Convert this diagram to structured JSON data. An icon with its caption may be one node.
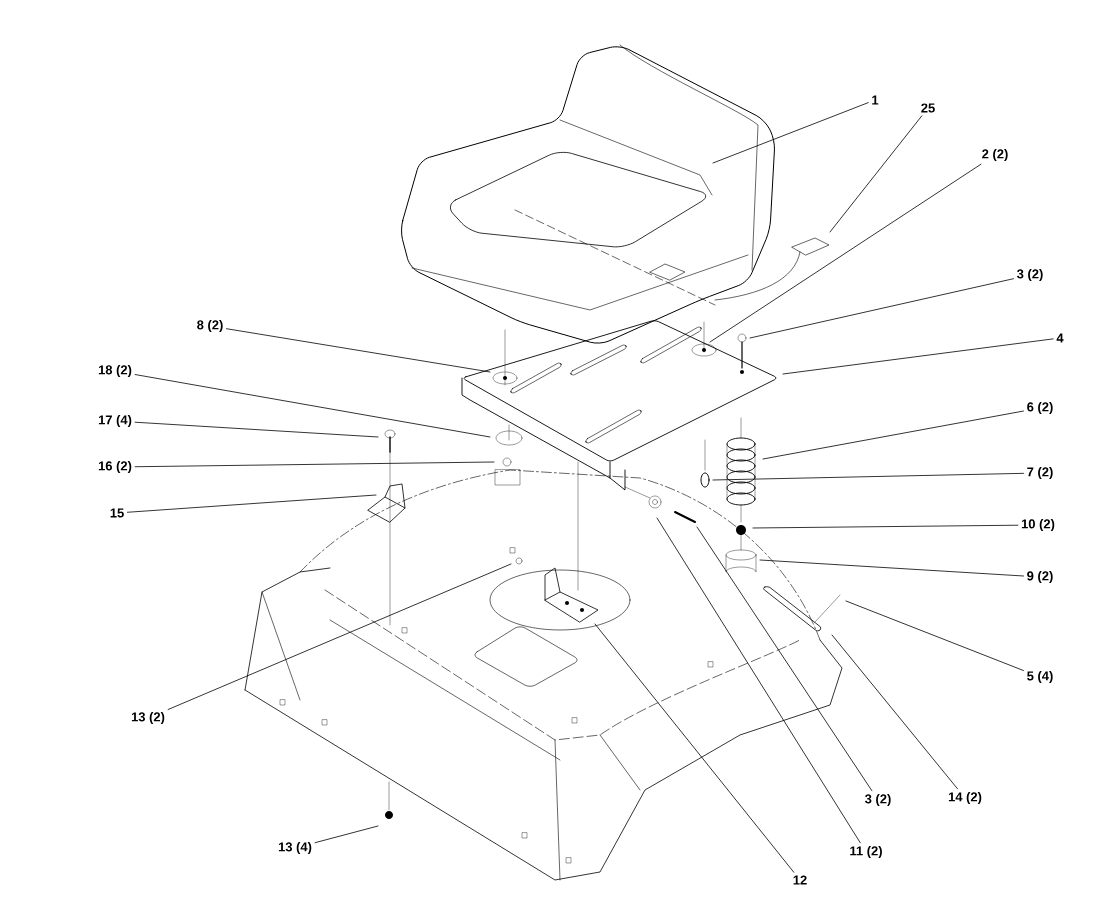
{
  "diagram": {
    "nodes": [
      {
        "text": [
          "1"
        ]
      },
      {
        "text": [
          "25"
        ]
      },
      {
        "text": [
          "2 (2)"
        ]
      },
      {
        "text": [
          "3 (2)"
        ]
      },
      {
        "text": [
          "4"
        ]
      },
      {
        "text": [
          "6 (2)"
        ]
      },
      {
        "text": [
          "7 (2)"
        ]
      },
      {
        "text": [
          "10 (2)"
        ]
      },
      {
        "text": [
          "9 (2)"
        ]
      },
      {
        "text": [
          "5 (4)"
        ]
      },
      {
        "text": [
          "14 (2)"
        ]
      },
      {
        "text": [
          "3 (2)"
        ]
      },
      {
        "text": [
          "11 (2)"
        ]
      },
      {
        "text": [
          "12"
        ]
      },
      {
        "text": [
          "13 (4)"
        ]
      },
      {
        "text": [
          "13 (2)"
        ]
      },
      {
        "text": [
          "15"
        ]
      },
      {
        "text": [
          "16 (2)"
        ]
      },
      {
        "text": [
          "17 (4)"
        ]
      },
      {
        "text": [
          "18 (2)"
        ]
      },
      {
        "text": [
          "8 (2)"
        ]
      }
    ],
    "edges": [
      {
        "from": 0,
        "to": null,
        "arrow": "none"
      },
      {
        "from": 1,
        "to": null,
        "arrow": "none"
      },
      {
        "from": 2,
        "to": null,
        "arrow": "none"
      },
      {
        "from": 3,
        "to": null,
        "arrow": "none"
      },
      {
        "from": 4,
        "to": null,
        "arrow": "none"
      },
      {
        "from": 5,
        "to": null,
        "arrow": "none"
      },
      {
        "from": 6,
        "to": null,
        "arrow": "none"
      },
      {
        "from": 7,
        "to": null,
        "arrow": "none"
      },
      {
        "from": 8,
        "to": null,
        "arrow": "none"
      },
      {
        "from": 9,
        "to": null,
        "arrow": "none"
      },
      {
        "from": 10,
        "to": null,
        "arrow": "none"
      },
      {
        "from": 11,
        "to": null,
        "arrow": "none"
      },
      {
        "from": 12,
        "to": null,
        "arrow": "none"
      },
      {
        "from": 13,
        "to": null,
        "arrow": "none"
      },
      {
        "from": 14,
        "to": null,
        "arrow": "none"
      },
      {
        "from": 15,
        "to": null,
        "arrow": "none"
      },
      {
        "from": 16,
        "to": null,
        "arrow": "none"
      },
      {
        "from": 17,
        "to": null,
        "arrow": "none"
      },
      {
        "from": 18,
        "to": null,
        "arrow": "none"
      },
      {
        "from": 19,
        "to": null,
        "arrow": "none"
      },
      {
        "from": 20,
        "to": null,
        "arrow": "none"
      }
    ]
  }
}
